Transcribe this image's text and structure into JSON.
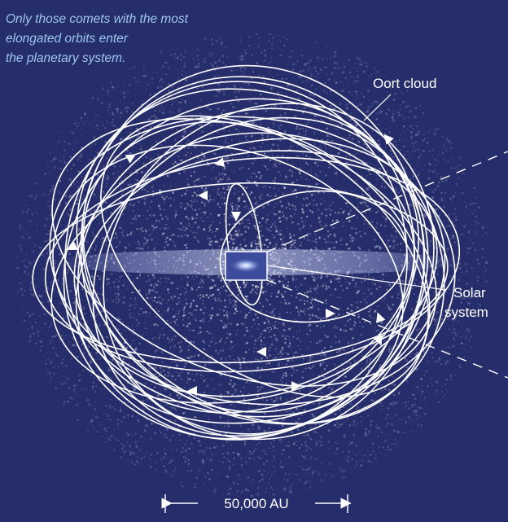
{
  "caption": {
    "line1": "Only those comets with the most",
    "line2": "elongated orbits enter",
    "line3": "the planetary system."
  },
  "labels": {
    "oort_cloud": "Oort cloud",
    "solar_line1": "Solar",
    "solar_line2": "system"
  },
  "scale_bar": {
    "text": "50,000 AU"
  },
  "colors": {
    "background": "#262d6b",
    "cloud": "#ffffff",
    "orbit": "#ffffff",
    "caption": "#9dc7ec",
    "solar_box": "#3d4b9c"
  }
}
